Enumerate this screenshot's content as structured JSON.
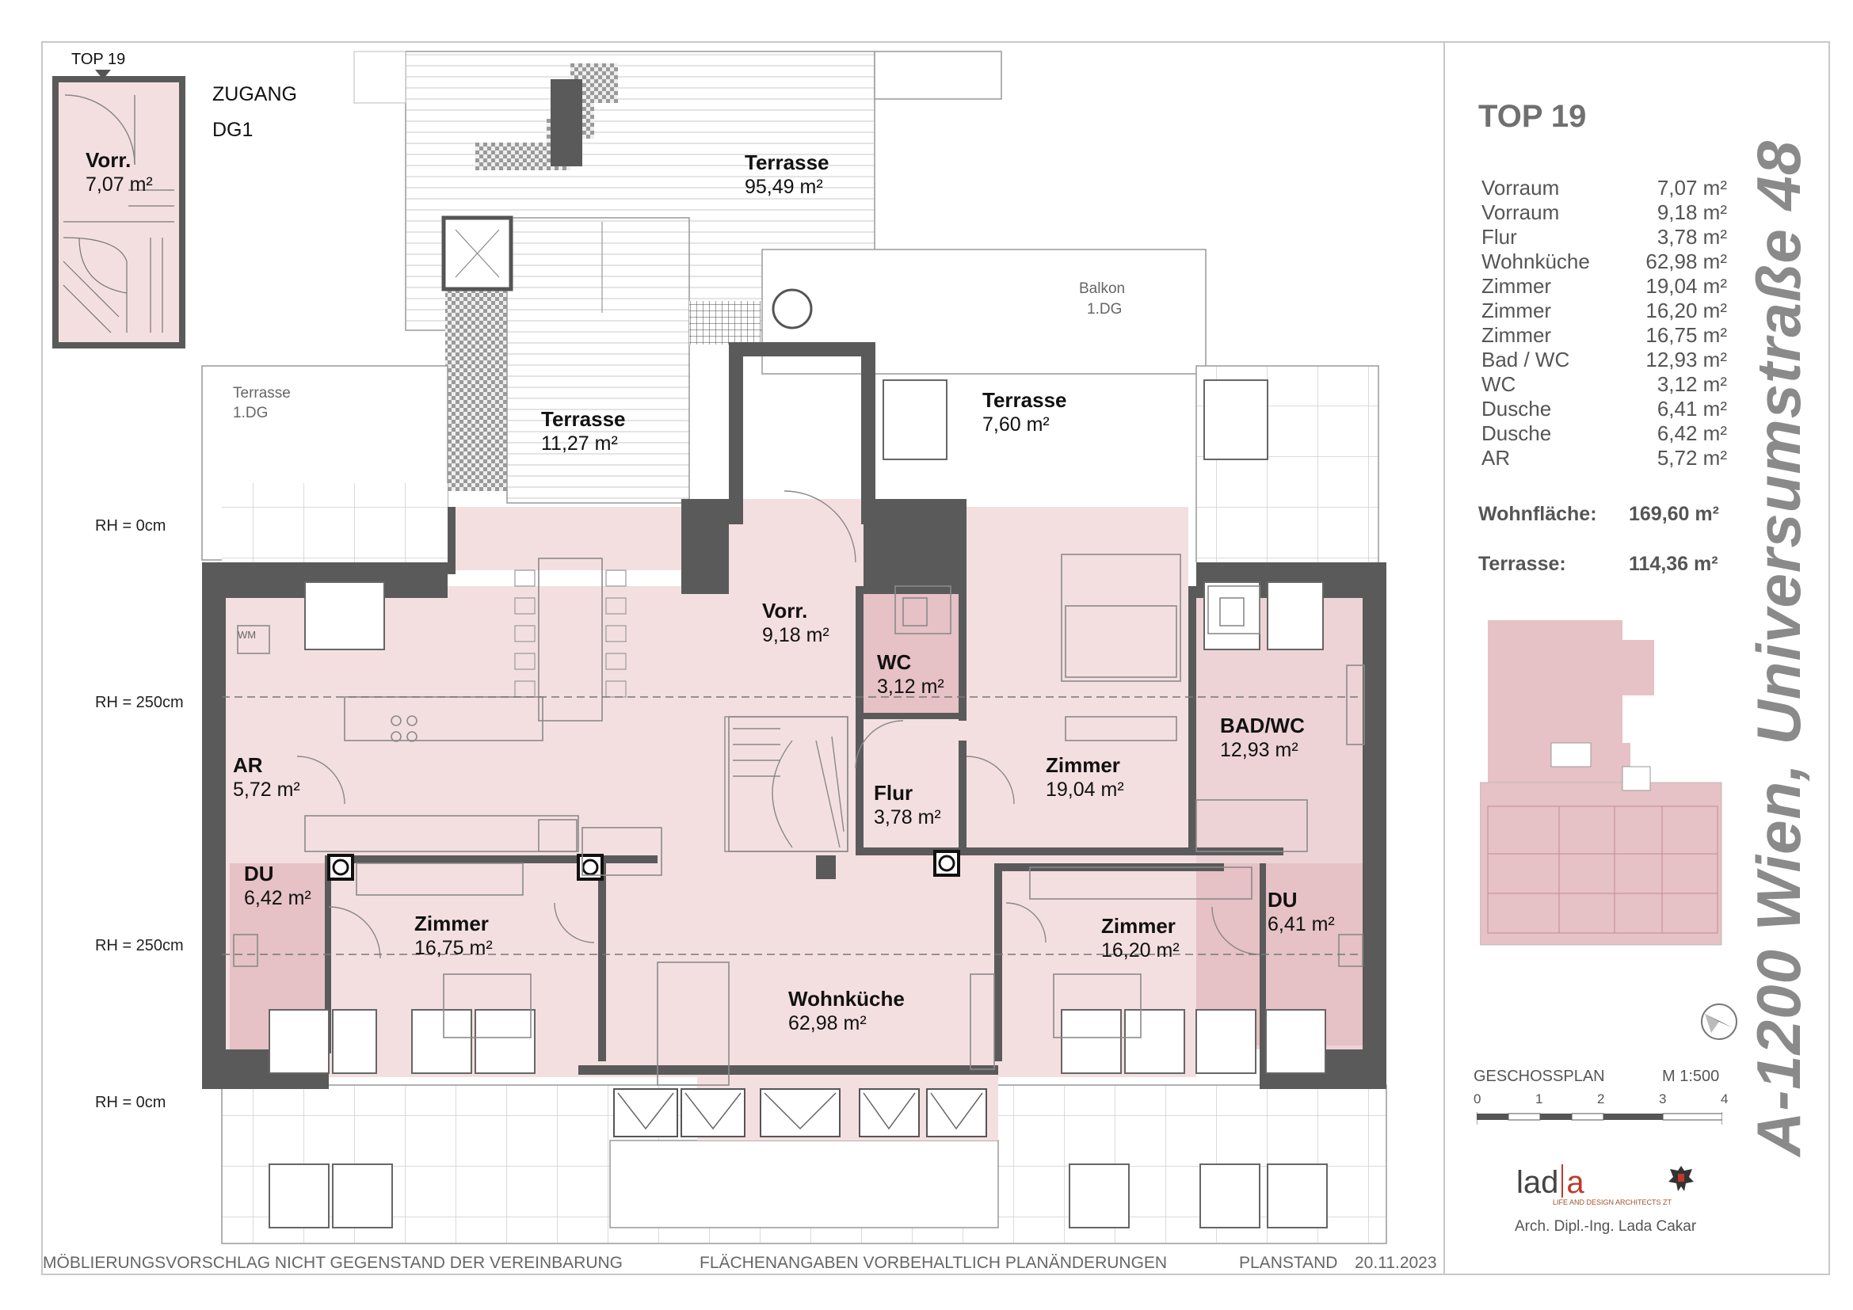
{
  "unit_label": "TOP 19",
  "access": {
    "title": "ZUGANG",
    "level": "DG1",
    "vorr_name": "Vorr.",
    "vorr_area": "7,07 m²"
  },
  "rooms": {
    "terrasse_top": {
      "name": "Terrasse",
      "area": "95,49 m²"
    },
    "terrasse_mid": {
      "name": "Terrasse",
      "area": "11,27 m²"
    },
    "terrasse_right": {
      "name": "Terrasse",
      "area": "7,60 m²"
    },
    "balkon": {
      "name": "Balkon",
      "level": "1.DG"
    },
    "terrasse_left": {
      "name": "Terrasse",
      "level": "1.DG"
    },
    "vorr": {
      "name": "Vorr.",
      "area": "9,18 m²"
    },
    "wc": {
      "name": "WC",
      "area": "3,12 m²"
    },
    "ar": {
      "name": "AR",
      "area": "5,72 m²"
    },
    "wm": "WM",
    "flur": {
      "name": "Flur",
      "area": "3,78 m²"
    },
    "zimmer_1904": {
      "name": "Zimmer",
      "area": "19,04 m²"
    },
    "badwc": {
      "name": "BAD/WC",
      "area": "12,93 m²"
    },
    "du_left": {
      "name": "DU",
      "area": "6,42 m²"
    },
    "zimmer_1675": {
      "name": "Zimmer",
      "area": "16,75 m²"
    },
    "wohnkueche": {
      "name": "Wohnküche",
      "area": "62,98 m²"
    },
    "zimmer_1620": {
      "name": "Zimmer",
      "area": "16,20 m²"
    },
    "du_right": {
      "name": "DU",
      "area": "6,41 m²"
    }
  },
  "room_heights": [
    "RH = 0cm",
    "RH = 250cm",
    "RH = 250cm",
    "RH = 0cm"
  ],
  "sidebar": {
    "title": "TOP 19",
    "areas": [
      {
        "name": "Vorraum",
        "value": "7,07 m²"
      },
      {
        "name": "Vorraum",
        "value": "9,18 m²"
      },
      {
        "name": "Flur",
        "value": "3,78 m²"
      },
      {
        "name": "Wohnküche",
        "value": "62,98 m²"
      },
      {
        "name": "Zimmer",
        "value": "19,04 m²"
      },
      {
        "name": "Zimmer",
        "value": "16,20 m²"
      },
      {
        "name": "Zimmer",
        "value": "16,75 m²"
      },
      {
        "name": "Bad / WC",
        "value": "12,93 m²"
      },
      {
        "name": "WC",
        "value": "3,12 m²"
      },
      {
        "name": "Dusche",
        "value": "6,41 m²"
      },
      {
        "name": "Dusche",
        "value": "6,42 m²"
      },
      {
        "name": "AR",
        "value": "5,72 m²"
      }
    ],
    "wohnflaeche_label": "Wohnfläche:",
    "wohnflaeche_value": "169,60 m²",
    "terrasse_label": "Terrasse:",
    "terrasse_value": "114,36 m²",
    "scale_title": "GESCHOSSPLAN",
    "scale_ratio": "M 1:500",
    "scale_ticks": [
      "0",
      "1",
      "2",
      "3",
      "4"
    ],
    "logo_text": "lad",
    "logo_letter": "a",
    "logo_sub": "LIFE AND DESIGN ARCHITECTS ZT",
    "architect": "Arch. Dipl.-Ing. Lada Cakar",
    "address": "A-1200 Wien, Universumstraße 48"
  },
  "footer": {
    "left": "MÖBLIERUNGSVORSCHLAG NICHT GEGENSTAND DER VEREINBARUNG",
    "middle": "FLÄCHENANGABEN VORBEHALTLICH PLANÄNDERUNGEN",
    "planstand_label": "PLANSTAND",
    "planstand_date": "20.11.2023"
  },
  "colors": {
    "unit_fill": "#f4dfe0",
    "wet_fill": "#e6c1c5",
    "wall": "#5a5a5a",
    "line": "#9a9a9a"
  }
}
